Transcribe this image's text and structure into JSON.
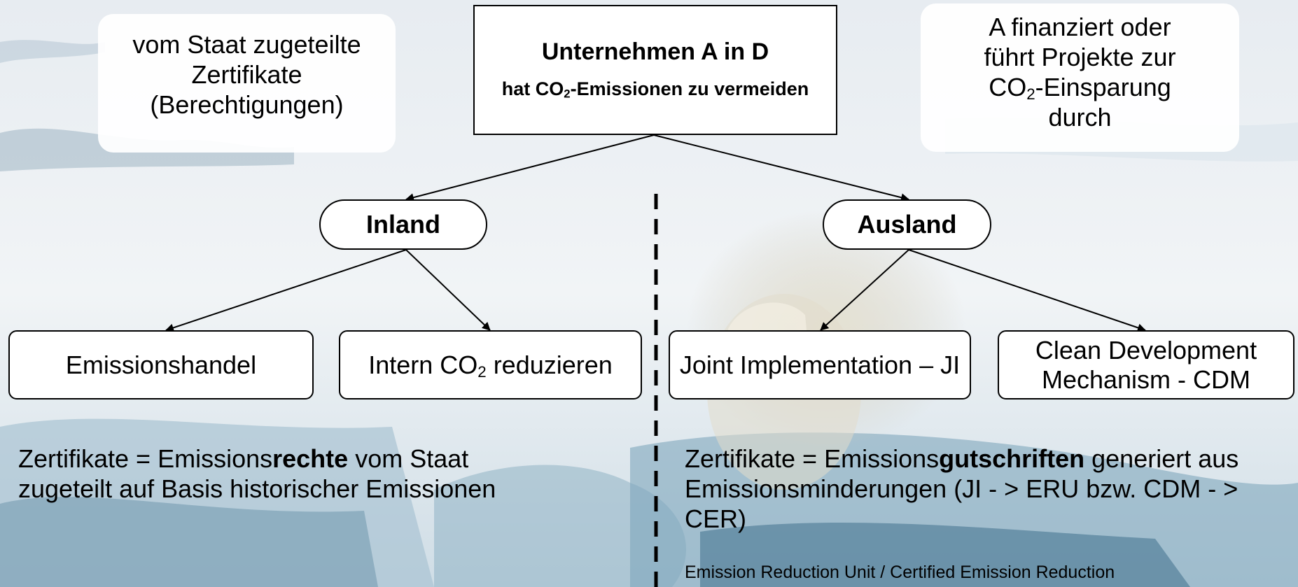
{
  "top_box": {
    "title": "Unternehmen A in D",
    "line_a": "hat CO",
    "sub": "2",
    "line_b": "-Emissionen zu vermeiden"
  },
  "callout_left": {
    "text": "vom Staat zugeteilte Zertifikate (Berechtigungen)"
  },
  "callout_right": {
    "a": "A finanziert oder führt Projekte zur CO",
    "sub": "2",
    "b": "-Einsparung durch"
  },
  "nodes": {
    "inland": "Inland",
    "ausland": "Ausland"
  },
  "leaves": {
    "emissionshandel": "Emissionshandel",
    "intern_a": "Intern CO",
    "intern_sub": "2",
    "intern_b": " reduzieren",
    "ji": "Joint Implementation – JI",
    "cdm": "Clean Development Mechanism - CDM"
  },
  "bottom_left": {
    "a": "Zertifikate = Emissions",
    "bold": "rechte",
    "b": " vom Staat zugeteilt auf Basis historischer Emissionen"
  },
  "bottom_right": {
    "a": "Zertifikate = Emissions",
    "bold": "gutschriften",
    "b": " generiert aus Emissionsminderungen (JI - > ERU bzw. CDM - > CER)",
    "small": "Emission Reduction Unit / Certified Emission Reduction"
  }
}
